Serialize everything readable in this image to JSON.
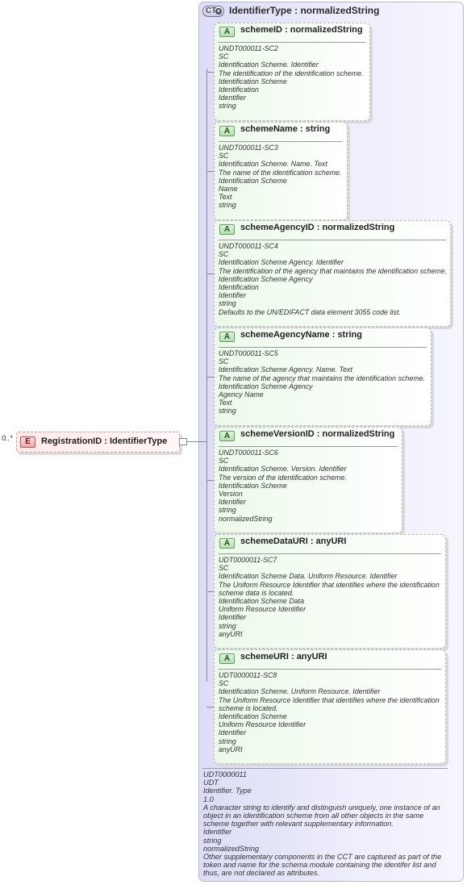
{
  "element": {
    "cardinality": "0..*",
    "badge": "E",
    "title": "RegistrationID : IdentifierType"
  },
  "complex_type": {
    "badge": "CT",
    "title": "IdentifierType : normalizedString",
    "documentation": [
      "UDT0000011",
      "UDT",
      "Identifier. Type",
      "1.0",
      "A character string to identify and distinguish uniquely, one instance of an",
      "object in an identification scheme from all other objects in the same",
      "scheme together with relevant supplementary information.",
      "Identifier",
      "string",
      "normalizedString",
      "Other supplementary components in the CCT are captured as part of the",
      "token and name for the schema module containing the identifer list and",
      "thus, are not declared as attributes."
    ]
  },
  "attributes": [
    {
      "badge": "A",
      "title": "schemeID : normalizedString",
      "doc": [
        "UNDT000011-SC2",
        "SC",
        "Identification Scheme. Identifier",
        "The identification of the identification scheme.",
        "Identification Scheme",
        "Identification",
        "Identifier",
        "string"
      ]
    },
    {
      "badge": "A",
      "title": "schemeName : string",
      "doc": [
        "UNDT000011-SC3",
        "SC",
        "Identification Scheme. Name. Text",
        "The name of the identification scheme.",
        "Identification Scheme",
        "Name",
        "Text",
        "string"
      ]
    },
    {
      "badge": "A",
      "title": "schemeAgencyID : normalizedString",
      "doc": [
        "UNDT000011-SC4",
        "SC",
        "Identification Scheme Agency. Identifier",
        "The identification of the agency that maintains the identification scheme.",
        "Identification Scheme Agency",
        "Identification",
        "Identifier",
        "string",
        "Defaults to the UN/EDIFACT data element 3055 code list."
      ]
    },
    {
      "badge": "A",
      "title": "schemeAgencyName : string",
      "doc": [
        "UNDT000011-SC5",
        "SC",
        "Identification Scheme Agency. Name. Text",
        "The name of the agency that maintains the identification scheme.",
        "Identification Scheme Agency",
        "Agency Name",
        "Text",
        "string"
      ]
    },
    {
      "badge": "A",
      "title": "schemeVersionID : normalizedString",
      "doc": [
        "UNDT000011-SC6",
        "SC",
        "Identification Scheme. Version. Identifier",
        "The version of the identification scheme.",
        "Identification Scheme",
        "Version",
        "Identifier",
        "string",
        "normalizedString"
      ]
    },
    {
      "badge": "A",
      "title": "schemeDataURI : anyURI",
      "doc": [
        "UDT0000011-SC7",
        "SC",
        "Identification Scheme Data. Uniform Resource. Identifier",
        "The Uniform Resource Identifier that identifies where the identification",
        "scheme data is located.",
        "Identification Scheme Data",
        "Uniform Resource Identifier",
        "Identifier",
        "string",
        "anyURI"
      ]
    },
    {
      "badge": "A",
      "title": "schemeURI : anyURI",
      "doc": [
        "UDT0000011-SC8",
        "SC",
        "Identification Scheme. Uniform Resource. Identifier",
        "The Uniform Resource Identifier that identifies where the identification",
        "scheme is located.",
        "Identification Scheme",
        "Uniform Resource Identifier",
        "Identifier",
        "string",
        "anyURI"
      ]
    }
  ]
}
